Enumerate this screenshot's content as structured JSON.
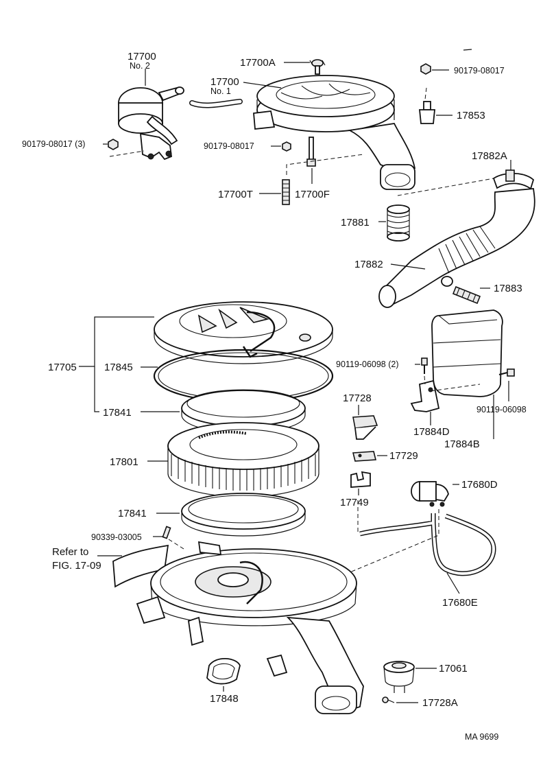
{
  "labels": {
    "p17700_no2": "17700",
    "p17700_no2_sub": "No. 2",
    "p17700a": "17700A",
    "p17700_no1": "17700",
    "p17700_no1_sub": "No. 1",
    "p90179_top": "90179-08017",
    "p17853": "17853",
    "p90179_3": "90179-08017 (3)",
    "p90179_mid": "90179-08017",
    "p17882a": "17882A",
    "p17700t": "17700T",
    "p17700f": "17700F",
    "p17881": "17881",
    "p17882": "17882",
    "p17883": "17883",
    "p17705": "17705",
    "p17845": "17845",
    "p90119_2": "90119-06098 (2)",
    "p17841_top": "17841",
    "p17728": "17728",
    "p90119": "90119-06098",
    "p17884d": "17884D",
    "p17884b": "17884B",
    "p17729": "17729",
    "p17801": "17801",
    "p17680d": "17680D",
    "p17749": "17749",
    "p17841_bot": "17841",
    "p90339": "90339-03005",
    "refer_line1": "Refer to",
    "refer_line2": "FIG. 17-09",
    "p17680e": "17680E",
    "p17061": "17061",
    "p17848": "17848",
    "p17728a": "17728A",
    "catalog_code": "MA  9699"
  }
}
